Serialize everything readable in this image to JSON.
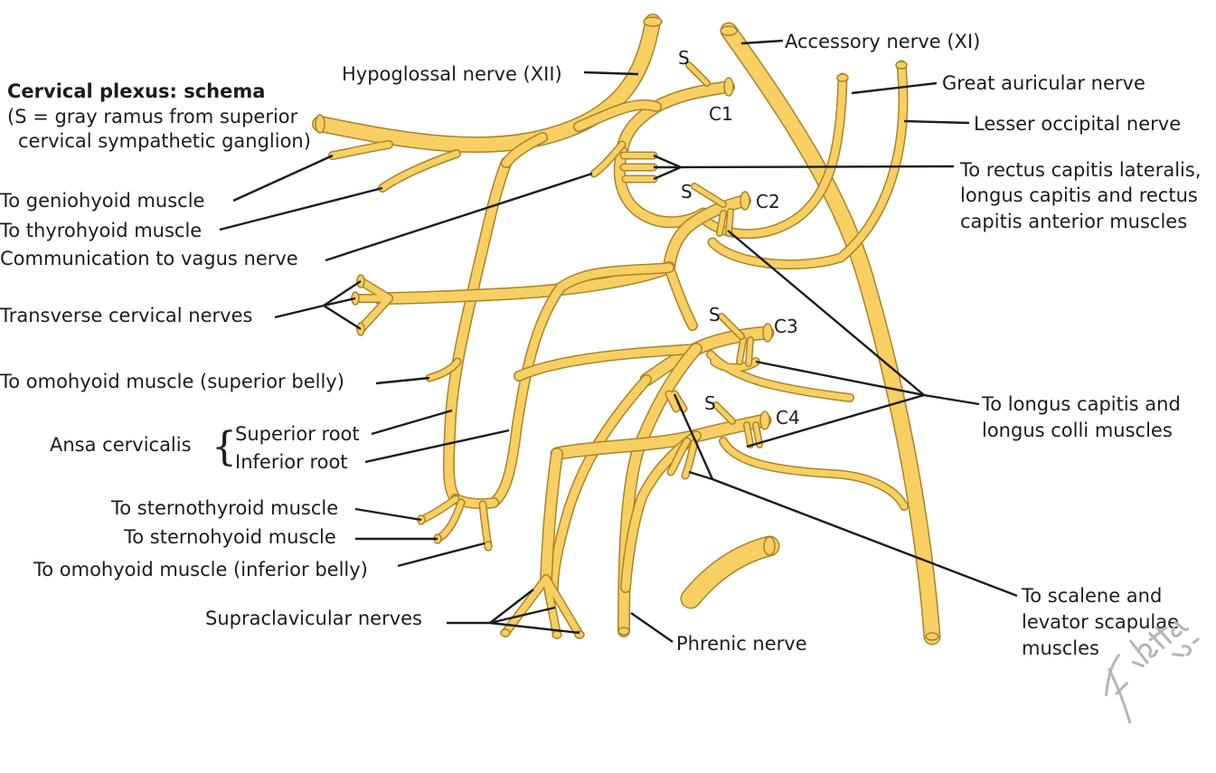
{
  "title": "Cervical plexus: schema",
  "subtitle_line1": "(S = gray ramus from superior",
  "subtitle_line2": "cervical sympathetic ganglion)",
  "labels": {
    "hypoglossal": "Hypoglossal nerve (XII)",
    "accessory": "Accessory nerve (XI)",
    "great_auricular": "Great auricular nerve",
    "lesser_occipital": "Lesser occipital nerve",
    "rectus_line1": "To rectus capitis lateralis,",
    "rectus_line2": "longus capitis and rectus",
    "rectus_line3": "capitis anterior muscles",
    "geniohyoid": "To geniohyoid muscle",
    "thyrohyoid": "To thyrohyoid muscle",
    "vagus": "Communication to vagus nerve",
    "transverse": "Transverse cervical nerves",
    "omohyoid_sup": "To omohyoid muscle (superior belly)",
    "ansa": "Ansa cervicalis",
    "sup_root": "Superior root",
    "inf_root": "Inferior root",
    "sternothyroid": "To sternothyroid muscle",
    "sternohyoid": "To sternohyoid muscle",
    "omohyoid_inf": "To omohyoid muscle (inferior belly)",
    "supraclavicular": "Supraclavicular nerves",
    "phrenic": "Phrenic nerve",
    "longus_line1": "To longus capitis and",
    "longus_line2": "longus colli muscles",
    "scalene_line1": "To scalene and",
    "scalene_line2": "levator scapulae",
    "scalene_line3": "muscles"
  },
  "roots": {
    "c1": "C1",
    "c2": "C2",
    "c3": "C3",
    "c4": "C4",
    "s1": "S",
    "s2": "S",
    "s3": "S",
    "s4": "S"
  },
  "brace": "{",
  "signature": "F. Netter M.D.",
  "colors": {
    "nerve_fill": "#f7cf62",
    "nerve_edge": "#a8842a",
    "text": "#1c1c1c",
    "signature": "#b5b5b5"
  }
}
